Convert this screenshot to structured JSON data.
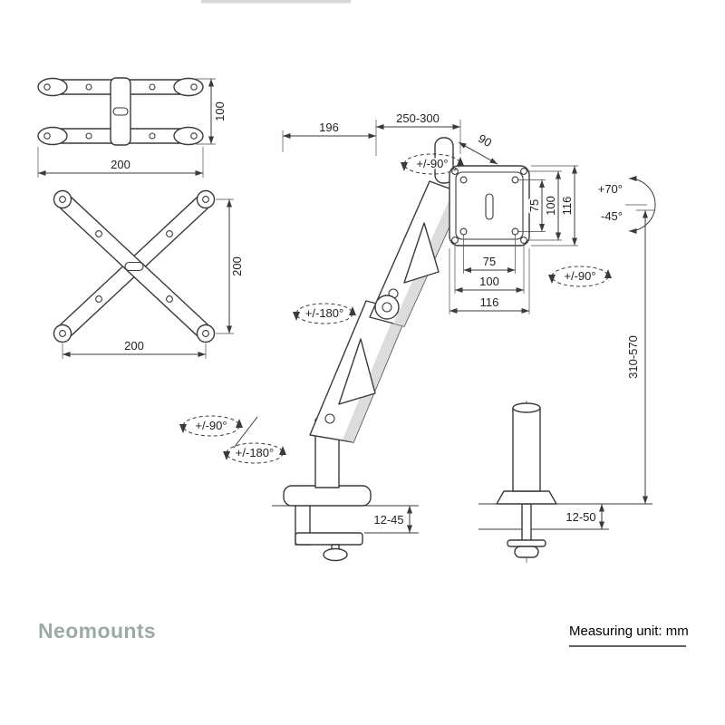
{
  "footer": {
    "brand": "Neomounts",
    "measuring_unit": "Measuring unit: mm"
  },
  "colors": {
    "line": "#3a3a3a",
    "brand_logo": "#9daaa4"
  },
  "adapter_bar": {
    "height": "100",
    "width": "200"
  },
  "adapter_cross": {
    "height": "200",
    "width": "200"
  },
  "arm": {
    "reach_rear": "196",
    "reach_front": "250-300",
    "head_depth": "90",
    "head_swivel": "+/-90°",
    "arm_rotation": "+/-180°",
    "base_swivel": "+/-90°",
    "base_rotation": "+/-180°",
    "plate_swivel": "+/-90°",
    "tilt_up": "+70°",
    "tilt_down": "-45°",
    "height_range": "310-570",
    "clamp_thickness": "12-45",
    "grommet_thickness": "12-50"
  },
  "vesa_plate": {
    "vertical": {
      "v75": "75",
      "v100": "100",
      "v116": "116"
    },
    "horizontal": {
      "h75": "75",
      "h100": "100",
      "h116": "116"
    }
  }
}
